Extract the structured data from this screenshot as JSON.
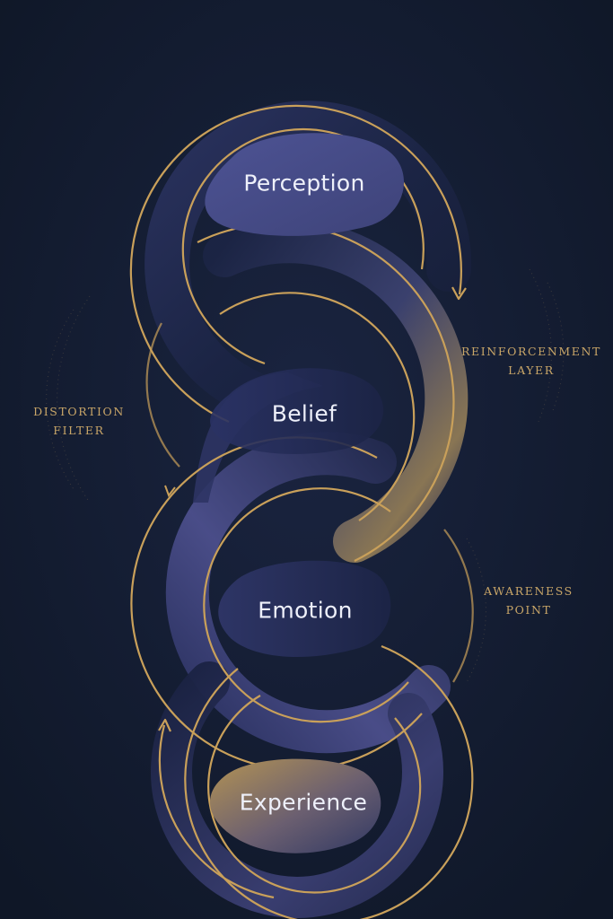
{
  "nodes": {
    "perception": "Perception",
    "belief": "Belief",
    "emotion": "Emotion",
    "experience": "Experience"
  },
  "annotations": {
    "reinforcement": {
      "line1": "Reinforcenment",
      "line2": "Layer"
    },
    "distortion": {
      "line1": "Distortion",
      "line2": "Filter"
    },
    "awareness": {
      "line1": "Awareness",
      "line2": "Point"
    }
  },
  "colors": {
    "background": "#111a2c",
    "gold": "#c9a05a",
    "indigo": "#4a4f8a",
    "band": "#1f2848",
    "text": "#eef0fa"
  }
}
